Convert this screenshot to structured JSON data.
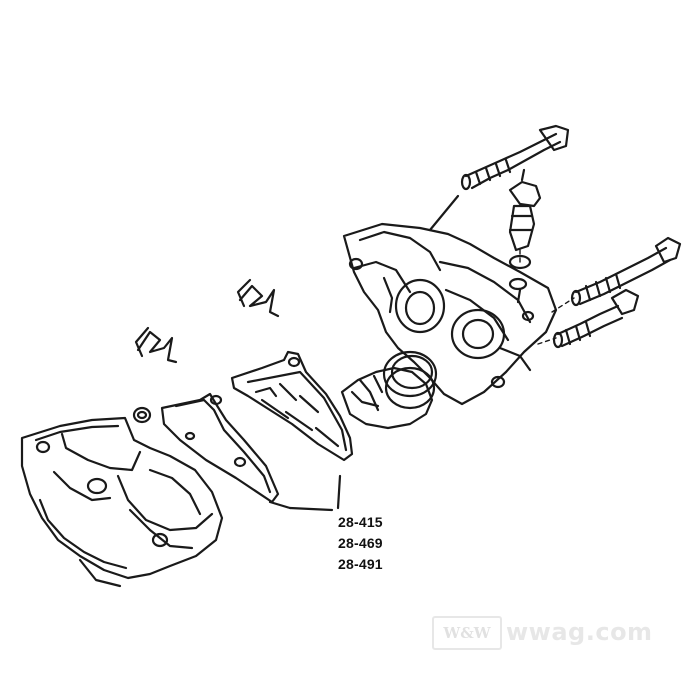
{
  "part_numbers": [
    "28-415",
    "28-469",
    "28-491"
  ],
  "watermark": {
    "badge_text": "W&W",
    "site_text": "wwag.com"
  },
  "colors": {
    "line_art": "#1a1a1a",
    "watermark": "#bbbbbb",
    "background": "#ffffff"
  }
}
